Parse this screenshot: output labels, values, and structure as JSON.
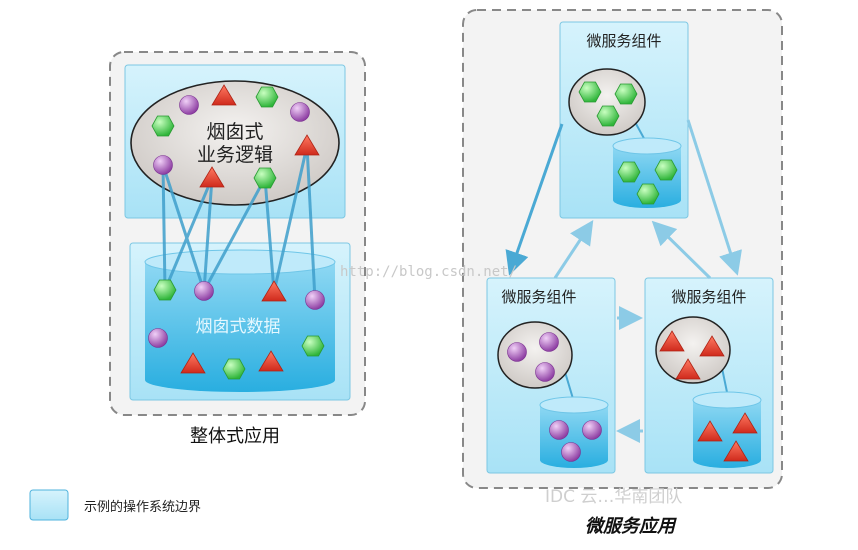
{
  "monolith": {
    "logic_line1": "烟囱式",
    "logic_line2": "业务逻辑",
    "data_label": "烟囱式数据",
    "caption": "整体式应用"
  },
  "microservices": {
    "component_label": "微服务组件",
    "components": [
      {
        "title": "微服务组件",
        "element": "hexagon"
      },
      {
        "title": "微服务组件",
        "element": "sphere"
      },
      {
        "title": "微服务组件",
        "element": "triangle"
      }
    ],
    "caption": "微服务应用"
  },
  "legend": {
    "label": "示例的操作系统边界",
    "color": "#aee6f7"
  },
  "watermarks": {
    "url": "http://blog.csdn.net/",
    "wechat": "IDC 云…华南团队"
  },
  "colors": {
    "green": "#4cd34c",
    "purple": "#a35bb5",
    "red": "#e0392b",
    "boundary_blue": "#9fdff5",
    "line_blue": "#4aa9d4"
  }
}
